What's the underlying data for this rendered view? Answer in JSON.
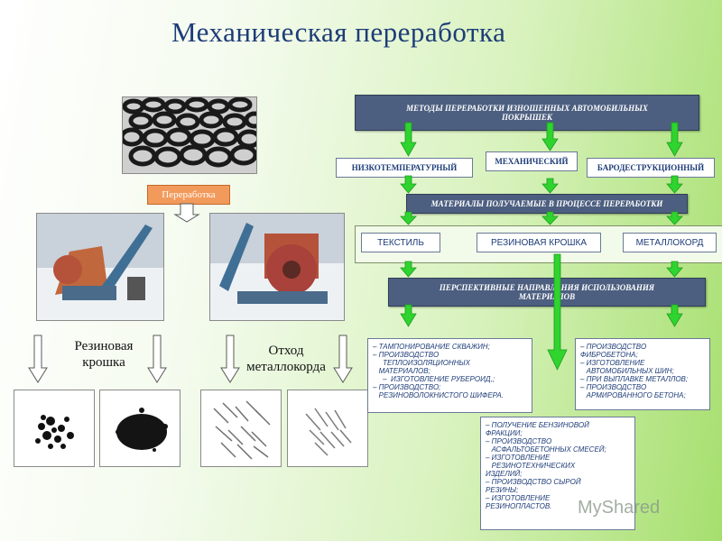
{
  "title": "Механическая переработка",
  "left": {
    "process_label": "Переработка",
    "caption_crumb": "Резиновая\nкрошка",
    "caption_metal": "Отход\nметаллокорда"
  },
  "right": {
    "methods_header": "МЕТОДЫ ПЕРЕРАБОТКИ ИЗНОШЕННЫХ АВТОМОБИЛЬНЫХ ПОКРЫШЕК",
    "methods": [
      "НИЗКОТЕМПЕРАТУРНЫЙ",
      "МЕХАНИЧЕСКИЙ",
      "БАРОДЕСТРУКЦИОННЫЙ"
    ],
    "materials_header": "МАТЕРИАЛЫ ПОЛУЧАЕМЫЕ В ПРОЦЕССЕ ПЕРЕРАБОТКИ",
    "materials": [
      "ТЕКСТИЛЬ",
      "РЕЗИНОВАЯ КРОШКА",
      "МЕТАЛЛОКОРД"
    ],
    "prospects_header": "ПЕРСПЕКТИВНЫЕ НАПРАВЛЕНИЯ ИСПОЛЬЗОВАНИЯ МАТЕРИАЛОВ",
    "list_textile": "– ТАМПОНИРОВАНИЕ СКВАЖИН;\n– ПРОИЗВОДСТВО\n     ТЕПЛОИЗОЛЯЦИОННЫХ\n   МАТЕРИАЛОВ;\n     –  ИЗГОТОВЛЕНИЕ РУБЕРОИД,;\n– ПРОИЗВОДСТВО;\n   РЕЗИНОВОЛОКНИСТОГО ШИФЕРА.",
    "list_metal": "– ПРОИЗВОДСТВО\nФИБРОБЕТОНА;\n– ИЗГОТОВЛЕНИЕ\n   АВТОМОБИЛЬНЫХ ШИН;\n– ПРИ ВЫПЛАВКЕ МЕТАЛЛОВ;\n– ПРОИЗВОДСТВО\n   АРМИРОВАННОГО БЕТОНА;",
    "list_crumb": "– ПОЛУЧЕНИЕ БЕНЗИНОВОЙ\nФРАКЦИИ;\n– ПРОИЗВОДСТВО\n   АСФАЛЬТОБЕТОННЫХ СМЕСЕЙ;\n– ИЗГОТОВЛЕНИЕ\n   РЕЗИНОТЕХНИЧЕСКИХ\nИЗДЕЛИЙ;\n– ПРОИЗВОДСТВО СЫРОЙ\nРЕЗИНЫ;\n– ИЗГОТОВЛЕНИЕ\nРЕЗИНОПЛАСТОВ."
  },
  "watermark": "MyShared",
  "colors": {
    "title": "#1d3c78",
    "header_box": "#4d5f80",
    "arrow_green": "#2fd42f",
    "process_label": "#f29a5b"
  }
}
